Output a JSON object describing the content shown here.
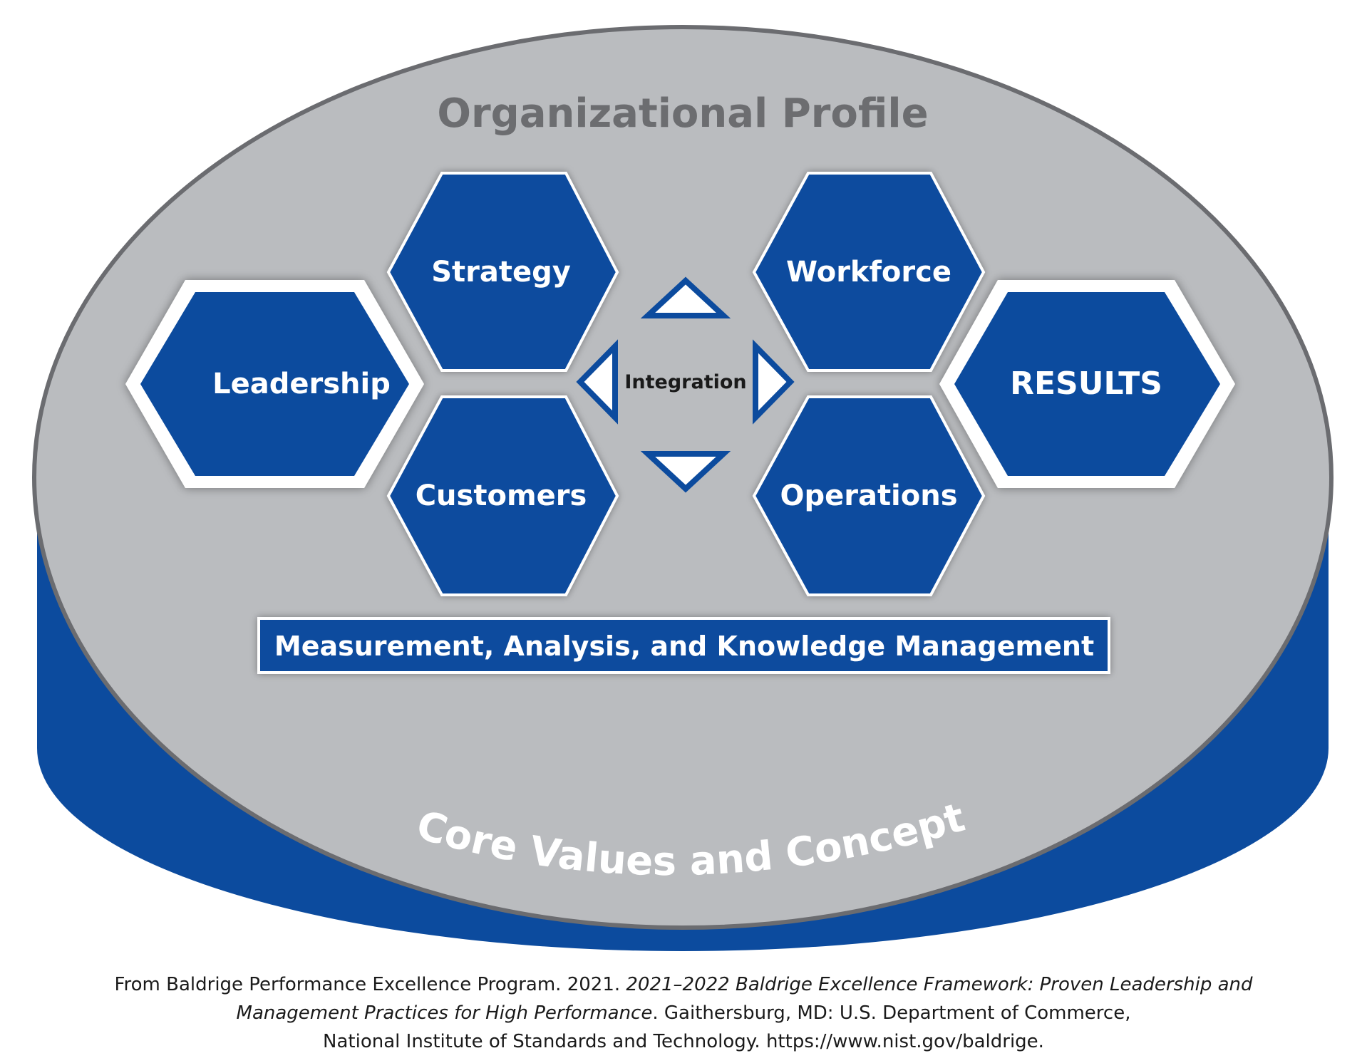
{
  "title": "Organizational Profile",
  "hexagons": {
    "leadership": "Leadership",
    "strategy": "Strategy",
    "customers": "Customers",
    "workforce": "Workforce",
    "operations": "Operations",
    "results": "RESULTS"
  },
  "integration_label": "Integration",
  "measurement_bar": "Measurement, Analysis, and Knowledge Management",
  "foundation_label": "Core Values and Concepts",
  "caption": {
    "line1_plain": "From Baldrige Performance Excellence Program. 2021. ",
    "line1_italic": "2021–2022 Baldrige Excellence Framework: Proven Leadership and",
    "line2_italic": "Management Practices for High Performance",
    "line2_plain": ". Gaithersburg, MD: U.S. Department of Commerce,",
    "line3": "National Institute of Standards and Technology. https://www.nist.gov/baldrige."
  },
  "colors": {
    "blue": "#0C4B9E",
    "gray_fill": "#BABCBF",
    "ellipse_outline": "#6B6C70",
    "title_text": "#6C6D70",
    "white": "#FFFFFF"
  }
}
